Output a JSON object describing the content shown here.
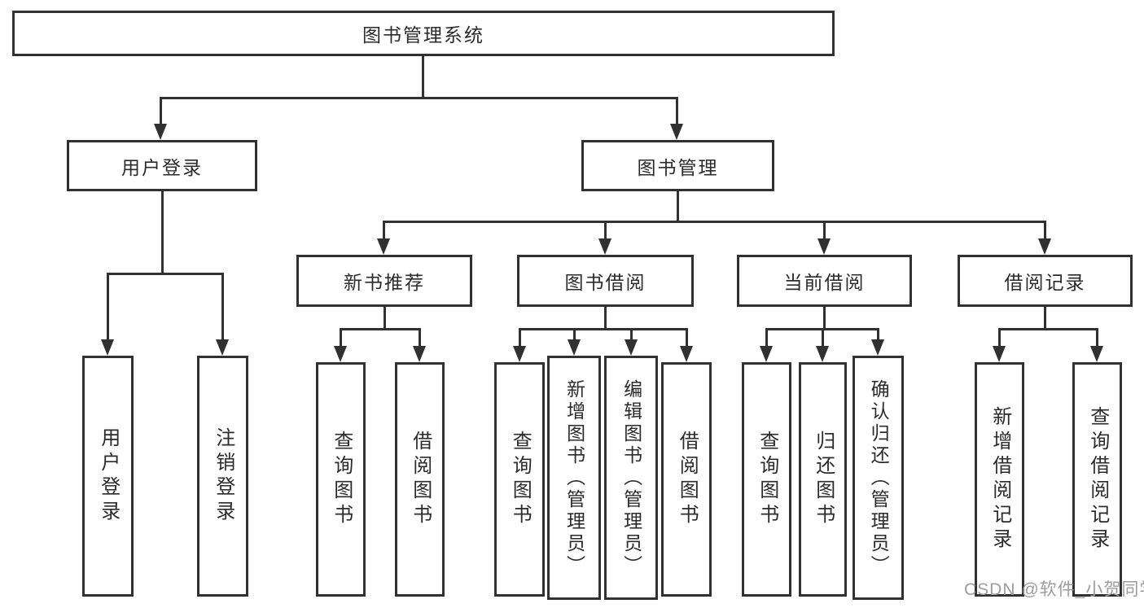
{
  "colors": {
    "line": "#313131",
    "box_border": "#313131",
    "box_background": "#ffffff",
    "text": "#2b2b2b",
    "watermark": "#9d9d9d",
    "page_background": "#ffffff"
  },
  "watermark": {
    "text": "CSDN @软件_小贺同学"
  },
  "tree": {
    "root": {
      "label": "图书管理系统"
    },
    "branches": [
      {
        "label": "用户登录",
        "children": [
          {
            "label": "用户登录"
          },
          {
            "label": "注销登录"
          }
        ]
      },
      {
        "label": "图书管理",
        "children": [
          {
            "label": "新书推荐",
            "children": [
              {
                "label": "查询图书"
              },
              {
                "label": "借阅图书"
              }
            ]
          },
          {
            "label": "图书借阅",
            "children": [
              {
                "label": "查询图书"
              },
              {
                "label": "新增图书（管理员）"
              },
              {
                "label": "编辑图书（管理员）"
              },
              {
                "label": "借阅图书"
              }
            ]
          },
          {
            "label": "当前借阅",
            "children": [
              {
                "label": "查询图书"
              },
              {
                "label": "归还图书"
              },
              {
                "label": "确认归还（管理员）"
              }
            ]
          },
          {
            "label": "借阅记录",
            "children": [
              {
                "label": "新增借阅记录"
              },
              {
                "label": "查询借阅记录"
              }
            ]
          }
        ]
      }
    ]
  }
}
